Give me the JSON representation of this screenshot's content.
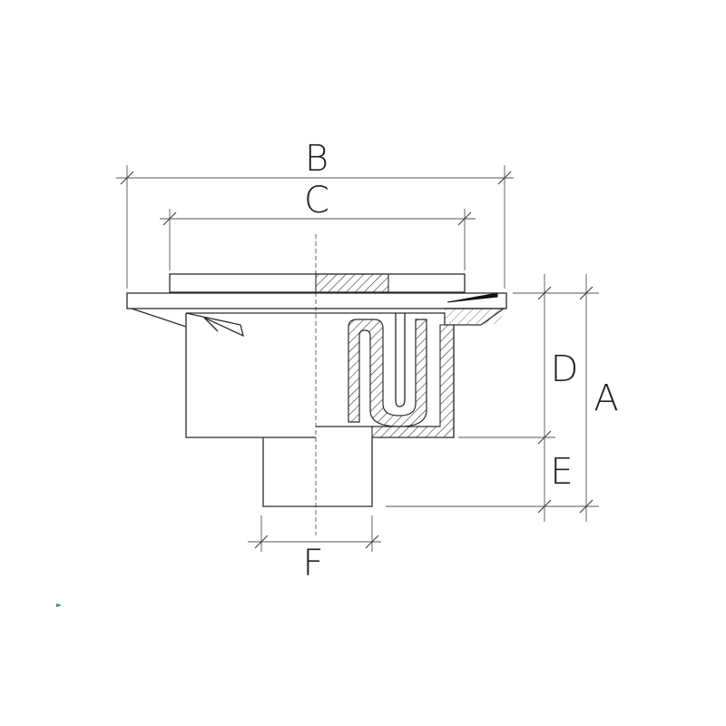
{
  "labels": {
    "B": "B",
    "C": "C",
    "D": "D",
    "A": "A",
    "E": "E",
    "F": "F"
  }
}
